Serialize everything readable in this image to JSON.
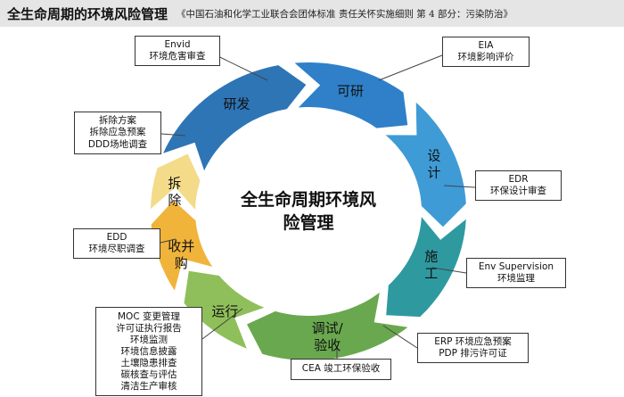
{
  "header": {
    "title": "全生命周期的环境风险管理",
    "subtitle": "《中国石油和化学工业联合会团体标准 责任关怀实施细则 第 4 部分：污染防治》"
  },
  "center_title_line1": "全生命周期环境风",
  "center_title_line2": "险管理",
  "colors": {
    "yanfa": "#2e75b6",
    "keyan": "#2f80c8",
    "sheji": "#3f9bd6",
    "shigong": "#2e9aa0",
    "tiaoshi": "#6aa84f",
    "yunxing": "#8fbf5a",
    "bingou": "#f0b43a",
    "chaichu": "#f3db8a"
  },
  "stages": [
    {
      "id": "yanfa",
      "label_lines": [
        "研发"
      ]
    },
    {
      "id": "keyan",
      "label_lines": [
        "可研"
      ]
    },
    {
      "id": "sheji",
      "label_lines": [
        "设",
        "计"
      ]
    },
    {
      "id": "shigong",
      "label_lines": [
        "施",
        "工"
      ]
    },
    {
      "id": "tiaoshi",
      "label_lines": [
        "调试/",
        "验收"
      ]
    },
    {
      "id": "yunxing",
      "label_lines": [
        "运行"
      ]
    },
    {
      "id": "bingou",
      "label_lines": [
        "收并",
        "购"
      ]
    },
    {
      "id": "chaichu",
      "label_lines": [
        "拆",
        "除"
      ]
    }
  ],
  "boxes": {
    "envid": [
      "Envid",
      "环境危害审查"
    ],
    "eia": [
      "EIA",
      "环境影响评价"
    ],
    "edr": [
      "EDR",
      "环保设计审查"
    ],
    "env_supervision": [
      "Env Supervision",
      "环境监理"
    ],
    "erp": [
      "ERP 环境应急预案",
      "PDP 排污许可证"
    ],
    "cea": [
      "CEA 竣工环保验收"
    ],
    "moc": [
      "MOC 变更管理",
      "许可证执行报告",
      "环境监测",
      "环境信息披露",
      "土壤隐患排查",
      "碳核查与评估",
      "清洁生产审核"
    ],
    "edd": [
      "EDD",
      "环境尽职调查"
    ],
    "demolition": [
      "拆除方案",
      "拆除应急预案",
      "DDD场地调查"
    ]
  }
}
